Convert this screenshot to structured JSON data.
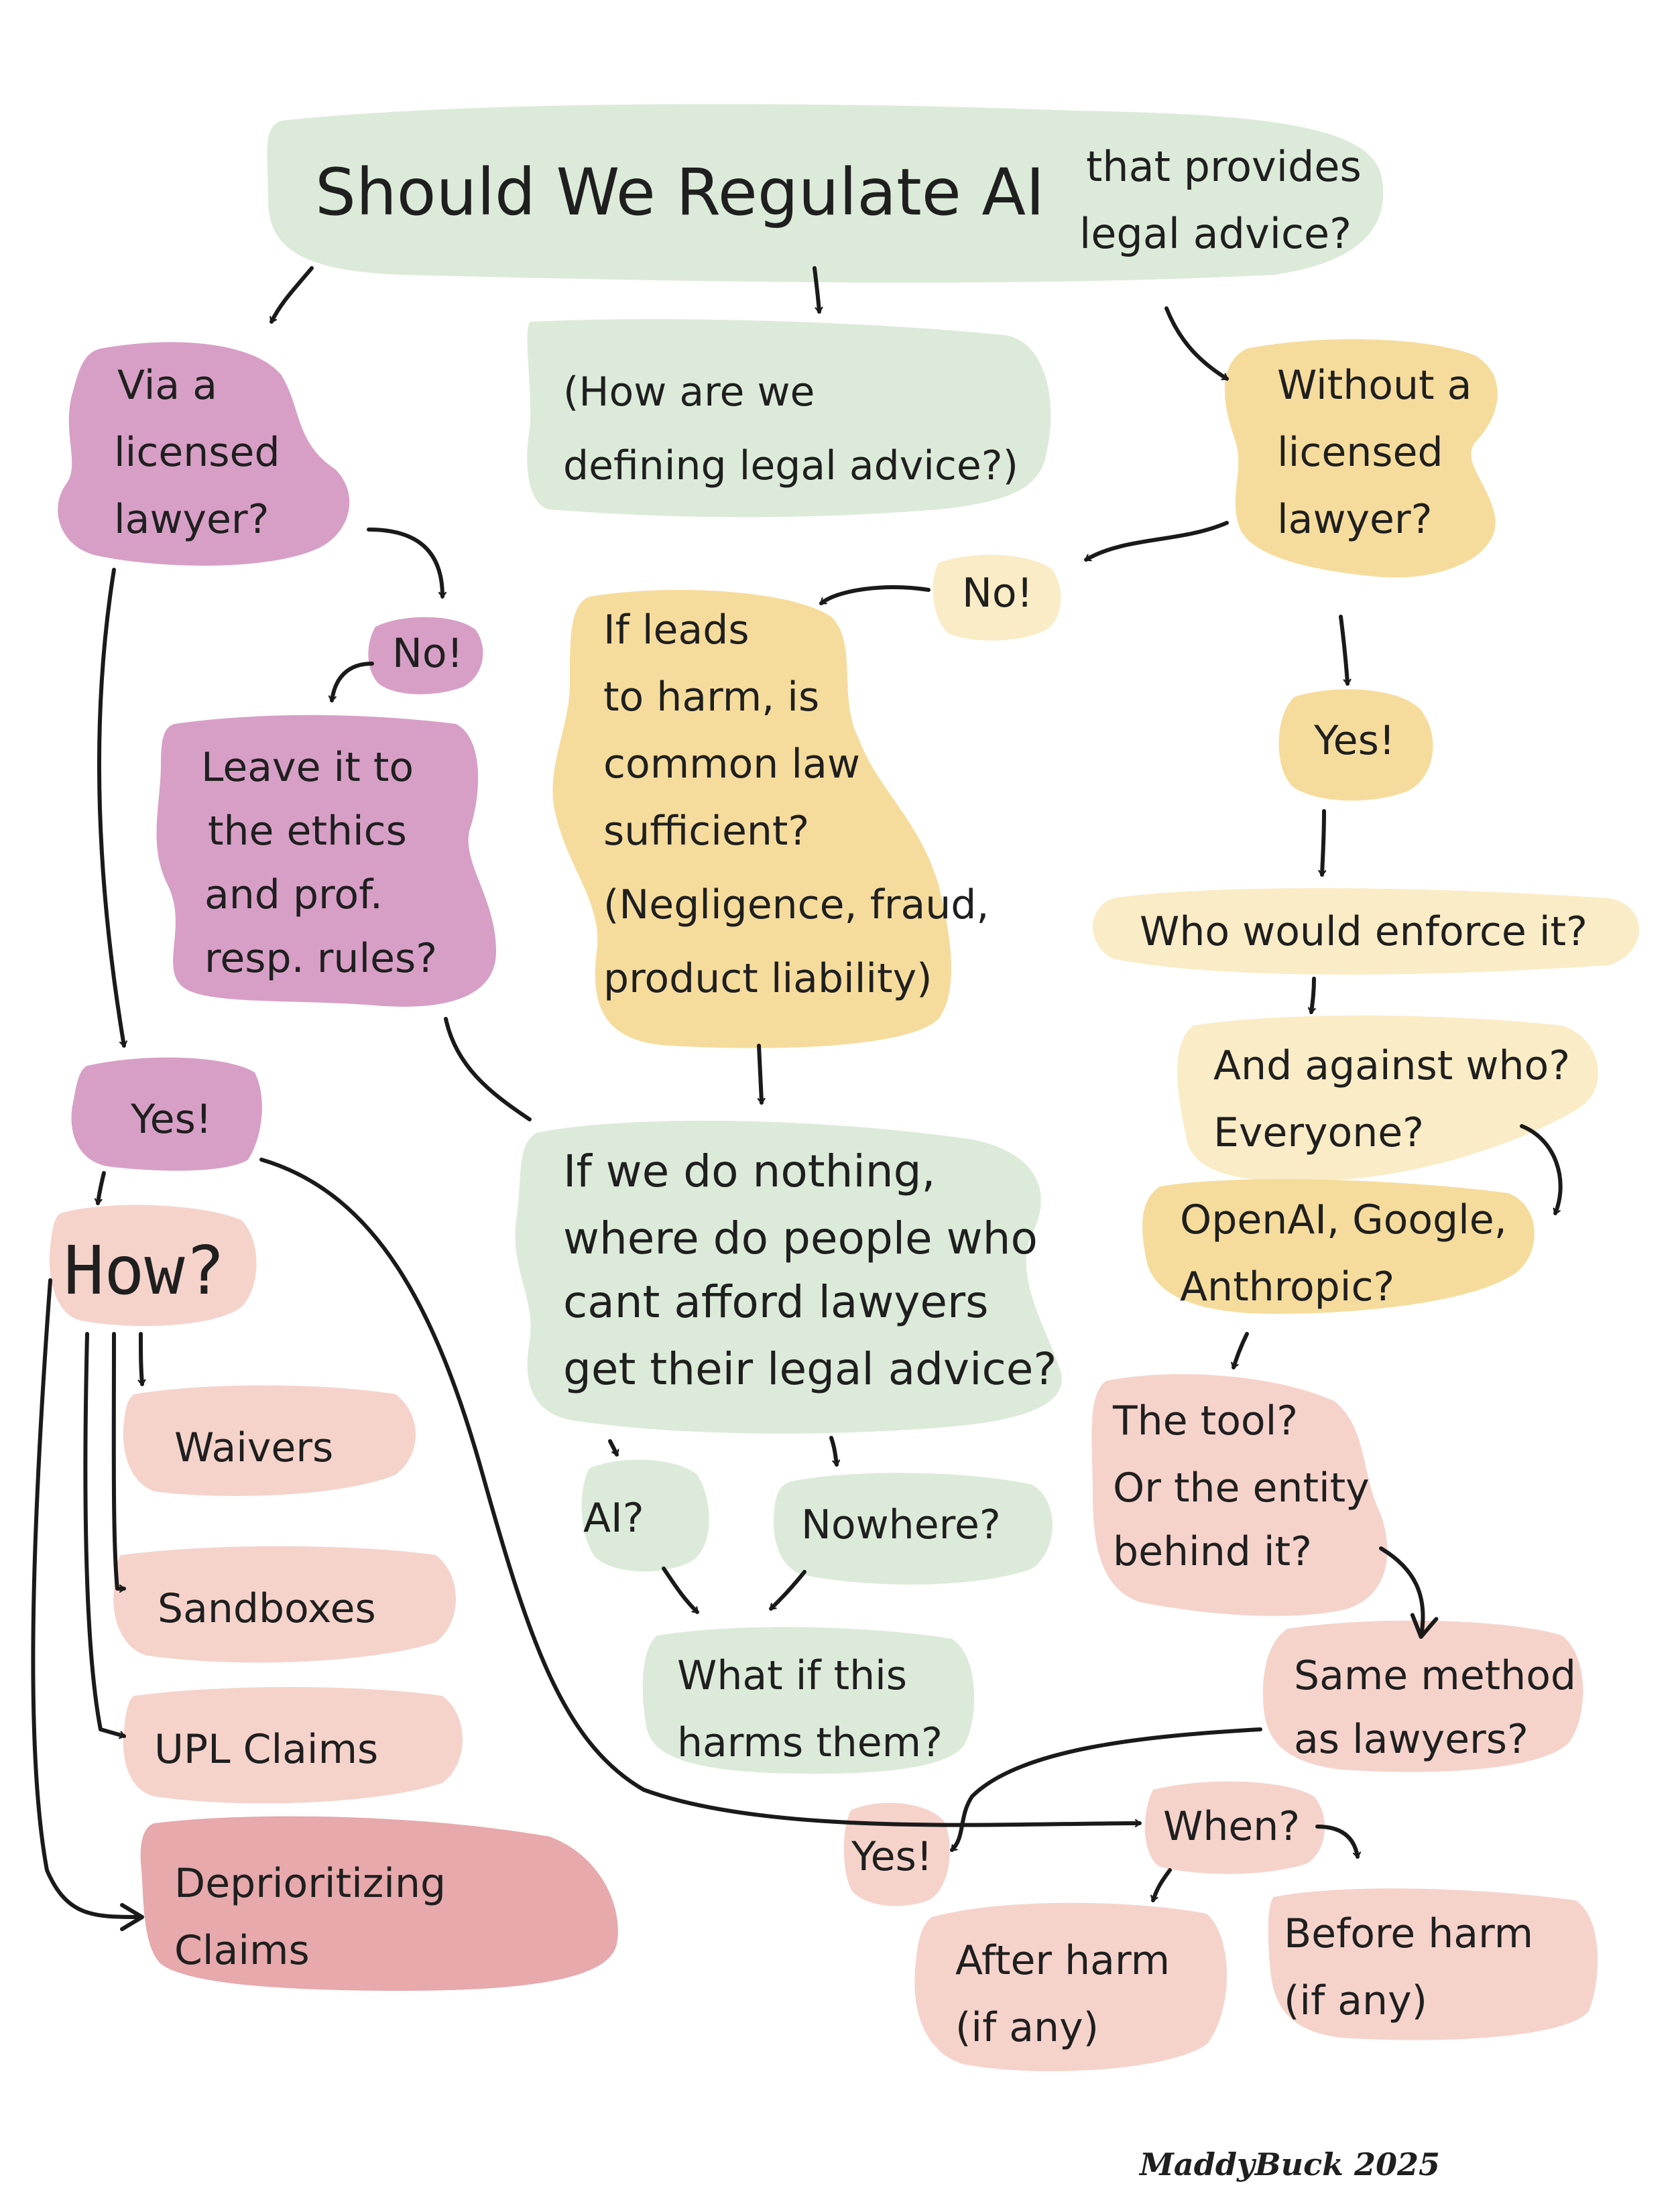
{
  "colors": {
    "green": "#dcebd9",
    "purple": "#d79fc6",
    "yellow": "#f6dc9c",
    "yellow_light": "#faecc6",
    "pink": "#f5d3cb",
    "rose": "#e7a9ac",
    "ink": "#1a1a1a"
  },
  "title": {
    "main": "Should We Regulate AI",
    "sub_line1": "that provides",
    "sub_line2": "legal advice?"
  },
  "nodes": {
    "via_lawyer": [
      "Via a",
      "licensed",
      "lawyer?"
    ],
    "defining": [
      "(How are we",
      "defining legal advice?)"
    ],
    "without_lawyer": [
      "Without a",
      "licensed",
      "lawyer?"
    ],
    "no_left": "No!",
    "no_right": "No!",
    "ethics": [
      "Leave it to",
      "the ethics",
      "and prof.",
      "resp. rules?"
    ],
    "common_law": [
      "If leads",
      "to harm, is",
      "common law",
      "sufficient?",
      "(Negligence, fraud,",
      "product liability)"
    ],
    "yes_right": "Yes!",
    "who_enforce": "Who would enforce it?",
    "against_who": [
      "And against who?",
      "Everyone?"
    ],
    "companies": [
      "OpenAI, Google,",
      "Anthropic?"
    ],
    "yes_left": "Yes!",
    "how": "How?",
    "do_nothing": [
      "If we do nothing,",
      "where do people who",
      "cant afford lawyers",
      "get their legal advice?"
    ],
    "tool_entity": [
      "The tool?",
      "Or the entity",
      "behind it?"
    ],
    "waivers": "Waivers",
    "ai": "AI?",
    "nowhere": "Nowhere?",
    "sandboxes": "Sandboxes",
    "what_if": [
      "What if this",
      "harms them?"
    ],
    "same_method": [
      "Same method",
      "as lawyers?"
    ],
    "upl": "UPL Claims",
    "yes_bottom": "Yes!",
    "when": "When?",
    "deprioritizing": [
      "Deprioritizing",
      "Claims"
    ],
    "after_harm": [
      "After harm",
      "(if any)"
    ],
    "before_harm": [
      "Before harm",
      "(if any)"
    ]
  },
  "signature": "MaddyBuck 2025"
}
